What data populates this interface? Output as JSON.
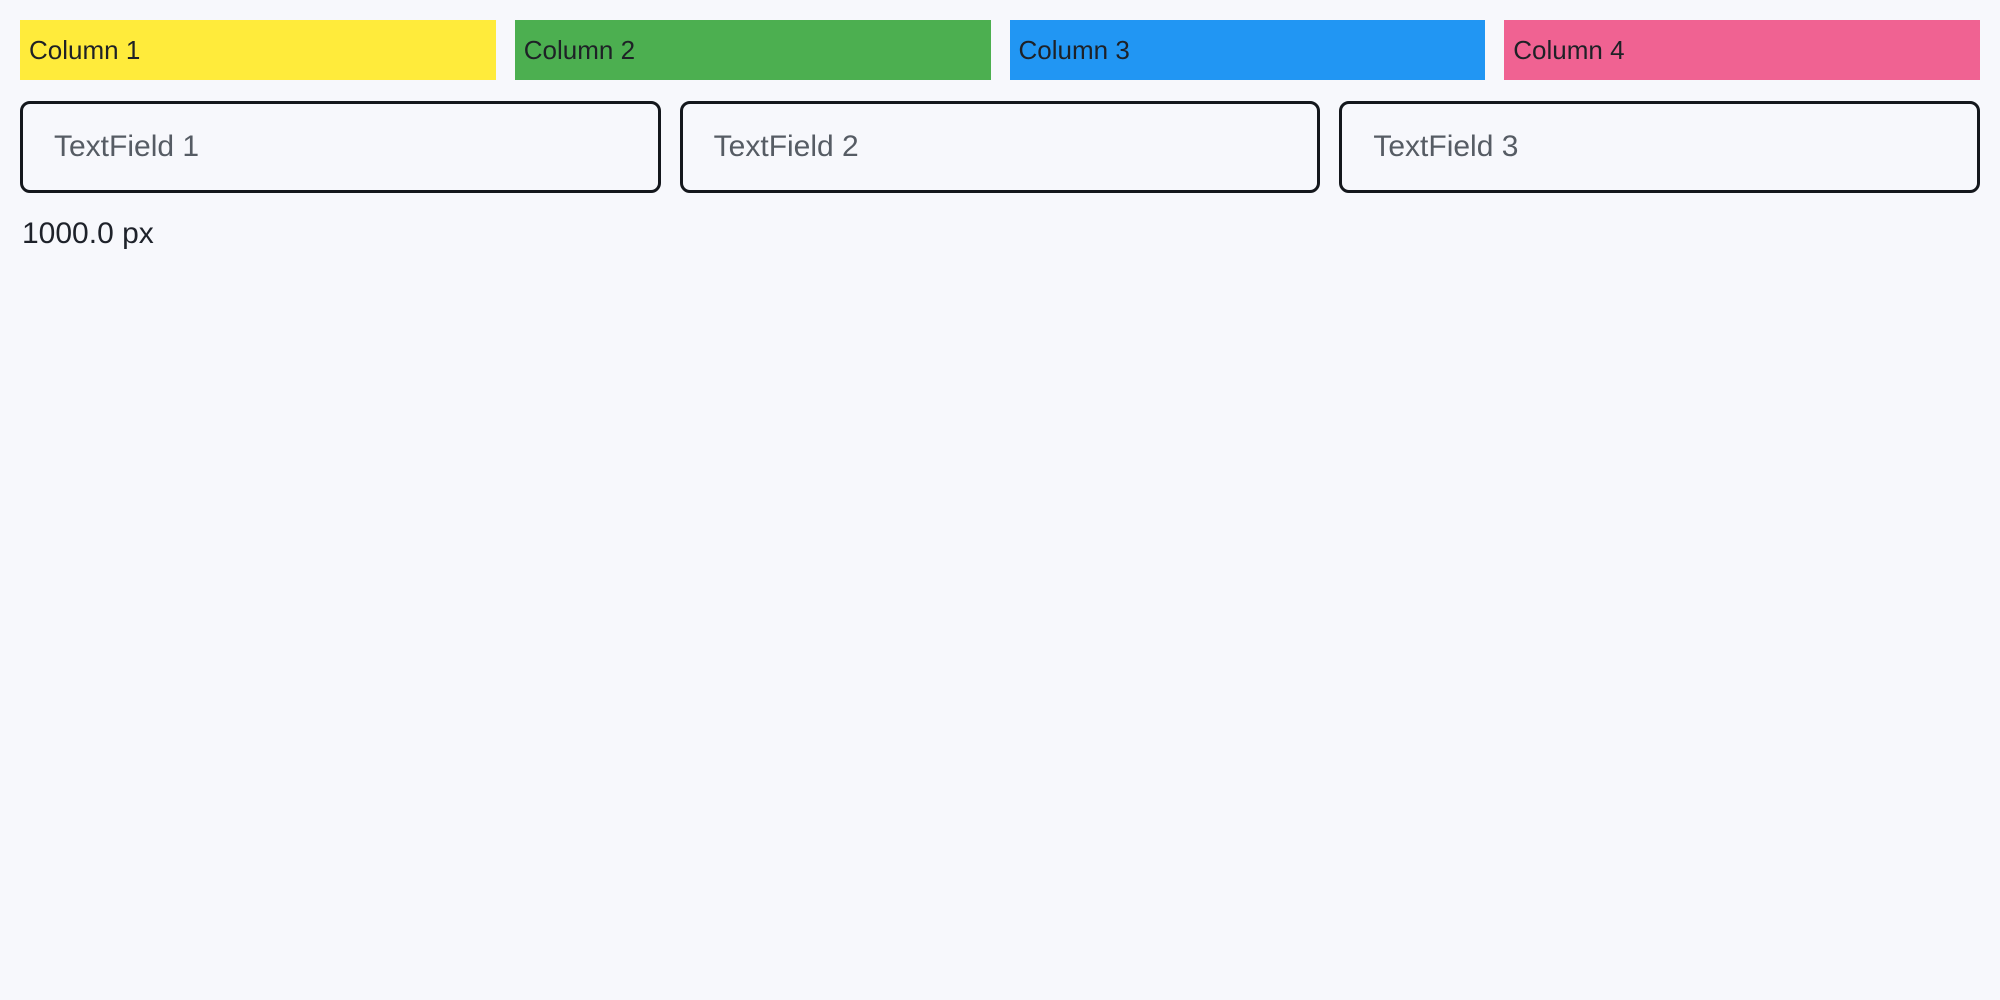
{
  "page": {
    "background": "#F7F8FC"
  },
  "columns": {
    "items": [
      {
        "label": "Column 1",
        "color": "#FFEB3B"
      },
      {
        "label": "Column 2",
        "color": "#4CAF50"
      },
      {
        "label": "Column 3",
        "color": "#2196F3"
      },
      {
        "label": "Column 4",
        "color": "#F06292"
      }
    ]
  },
  "textfields": {
    "items": [
      {
        "placeholder": "TextField 1",
        "value": ""
      },
      {
        "placeholder": "TextField 2",
        "value": ""
      },
      {
        "placeholder": "TextField 3",
        "value": ""
      }
    ]
  },
  "footer": {
    "width_label": "1000.0 px"
  }
}
